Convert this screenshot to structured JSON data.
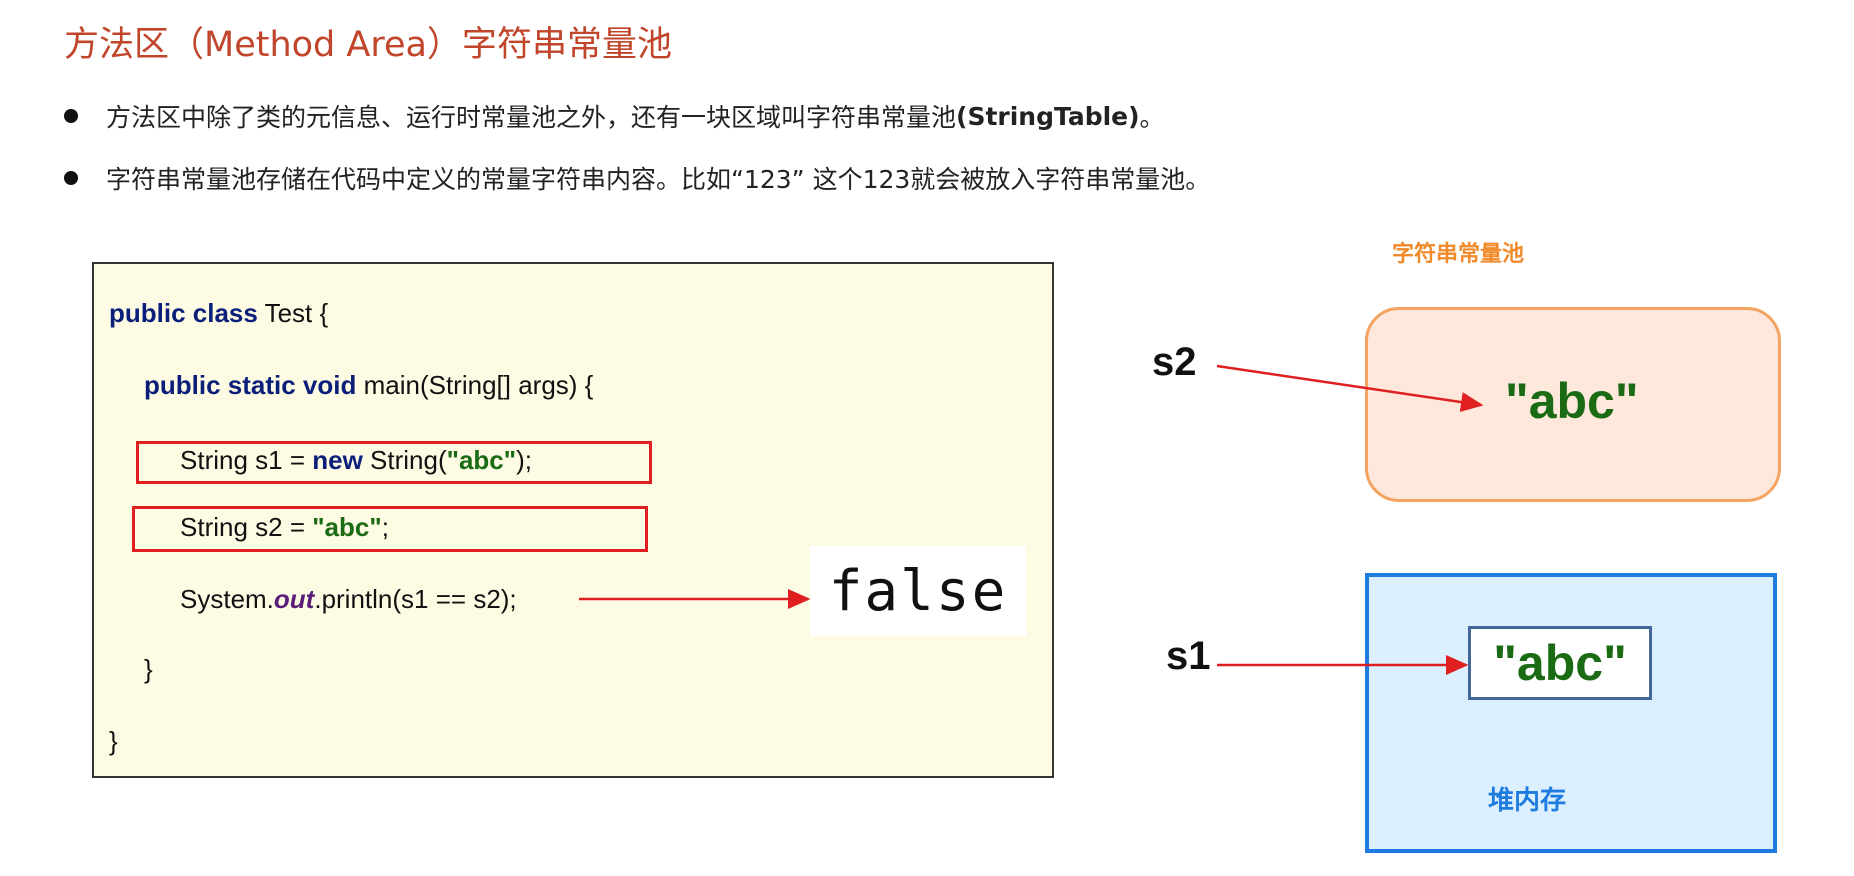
{
  "title": "方法区（Method Area）字符串常量池",
  "bullets": [
    {
      "text": "方法区中除了类的元信息、运行时常量池之外，还有一块区域叫字符串常量池",
      "bold": "(StringTable)",
      "tail": "。"
    },
    {
      "text": "字符串常量池存储在代码中定义的常量字符串内容。比如“123” 这个123就会被放入字符串常量池。",
      "bold": "",
      "tail": ""
    }
  ],
  "code": {
    "l1_kw": "public class",
    "l1_rest": " Test {",
    "l2_kw": "public static void",
    "l2_rest": " main(String[] args) {",
    "l3_a": "String s1 = ",
    "l3_kw": "new",
    "l3_b": " String(",
    "l3_str": "\"abc\"",
    "l3_c": ");",
    "l4_a": "String s2 = ",
    "l4_str": "\"abc\"",
    "l4_c": ";",
    "l5_a": "System.",
    "l5_out": "out",
    "l5_b": ".println(s1 == s2);",
    "l6": "}",
    "l7": "}"
  },
  "result": "false",
  "pool": {
    "label": "字符串常量池",
    "value": "\"abc\""
  },
  "heap": {
    "label": "堆内存",
    "value": "\"abc\""
  },
  "vars": {
    "s1": "s1",
    "s2": "s2"
  },
  "colors": {
    "title": "#c0452b",
    "arrow": "#e02020",
    "pool_border": "#f4a460",
    "heap_border": "#1e7be0",
    "string": "#1a6b14",
    "keyword": "#0b1f7a"
  }
}
